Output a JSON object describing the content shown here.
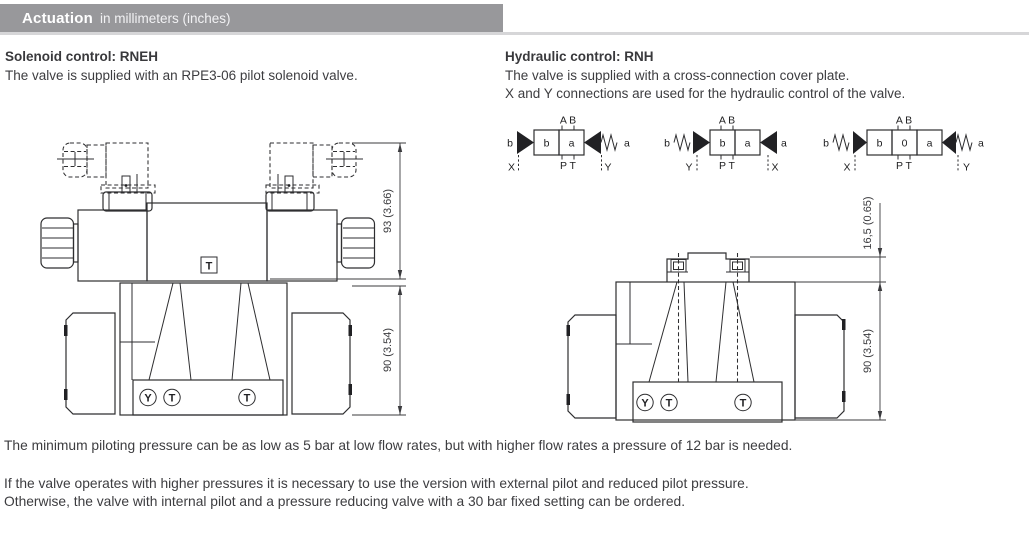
{
  "header": {
    "title": "Actuation",
    "subtitle": "in millimeters (inches)"
  },
  "sections": {
    "solenoid": {
      "heading": "Solenoid control: RNEH",
      "line1": "The valve is supplied with an RPE3-06 pilot solenoid valve."
    },
    "hydraulic": {
      "heading": "Hydraulic control: RNH",
      "line1": "The valve is supplied with a cross-connection cover plate.",
      "line2": "X and Y connections are used for the hydraulic control of the valve."
    }
  },
  "schematics": {
    "symbols": [
      {
        "boxes": [
          "b",
          "a"
        ],
        "top_ports": "A B",
        "bottom_ports": "P T",
        "left_pilot": "b",
        "right_pilot": "a",
        "left_port": "X",
        "right_port": "Y"
      },
      {
        "boxes": [
          "b",
          "a"
        ],
        "top_ports": "A B",
        "bottom_ports": "P T",
        "left_pilot": "b",
        "right_pilot": "a",
        "left_port": "Y",
        "right_port": "X"
      },
      {
        "boxes": [
          "b",
          "0",
          "a"
        ],
        "top_ports": "A B",
        "bottom_ports": "P T",
        "left_pilot": "b",
        "right_pilot": "a",
        "left_port": "X",
        "right_port": "Y"
      }
    ]
  },
  "drawings": {
    "solenoid": {
      "dim_height": "93 (3.66)",
      "dim_body": "90 (3.54)",
      "tag": "T",
      "ports": [
        "Y",
        "T",
        "T"
      ]
    },
    "hydraulic": {
      "dim_plate": "16,5 (0.65)",
      "dim_body": "90 (3.54)",
      "ports": [
        "Y",
        "T",
        "T"
      ]
    }
  },
  "notes": {
    "para1": "The minimum piloting pressure can be as low as 5 bar at low flow rates, but with higher flow rates a pressure of 12 bar is needed.",
    "para2_line1": "If the valve operates with higher pressures it is necessary to use the version with external pilot and reduced pilot pressure.",
    "para2_line2": "Otherwise, the valve with internal pilot and a pressure reducing valve with a 30 bar fixed setting can be ordered."
  },
  "colors": {
    "header_bar": "#98989b",
    "header_strip": "#d6d6d8",
    "line": "#2e2e30",
    "text": "#3d3d40"
  }
}
